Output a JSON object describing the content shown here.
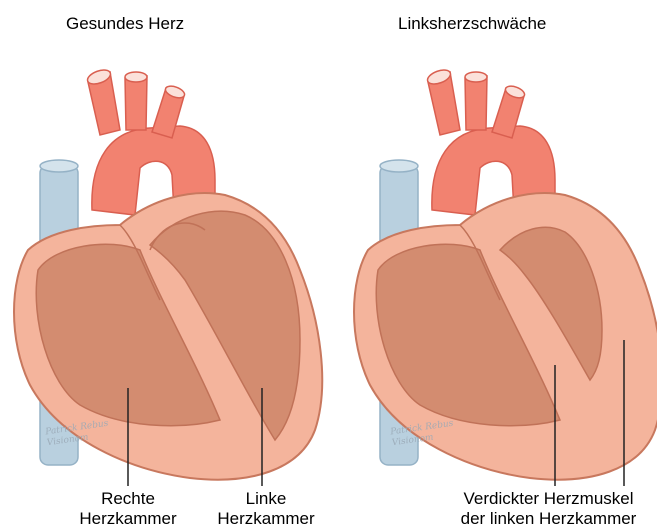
{
  "panels": {
    "left": {
      "title": "Gesundes Herz"
    },
    "right": {
      "title": "Linksherzschwäche"
    }
  },
  "labels": {
    "rechte_line1": "Rechte",
    "rechte_line2": "Herzkammer",
    "linke_line1": "Linke",
    "linke_line2": "Herzkammer",
    "thick_line1": "Verdickter Herzmuskel",
    "thick_line2": "der linken Herzkammer"
  },
  "watermark": {
    "line1": "Patrick Rebus",
    "line2": "Visionom"
  },
  "colors": {
    "vein": "#b9d0df",
    "artery": "#f28270",
    "artery_dark": "#d95f50",
    "heart_outer": "#f4b49c",
    "chamber": "#d38c70",
    "outline": "#c8785e",
    "leader": "#222222"
  }
}
